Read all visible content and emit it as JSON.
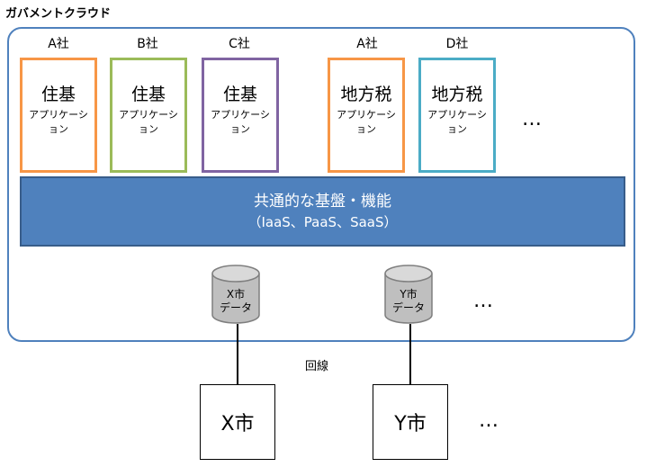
{
  "cloud": {
    "title": "ガバメントクラウド",
    "border_color": "#4f81bd"
  },
  "apps": [
    {
      "company": "A社",
      "name": "住基",
      "sub": "アプリケーション",
      "color": "#f79646"
    },
    {
      "company": "B社",
      "name": "住基",
      "sub": "アプリケーション",
      "color": "#9bbb59"
    },
    {
      "company": "C社",
      "name": "住基",
      "sub": "アプリケーション",
      "color": "#8064a2"
    },
    {
      "company": "A社",
      "name": "地方税",
      "sub": "アプリケーション",
      "color": "#f79646"
    },
    {
      "company": "D社",
      "name": "地方税",
      "sub": "アプリケーション",
      "color": "#4bacc6"
    }
  ],
  "apps_more": "…",
  "platform": {
    "line1": "共通的な基盤・機能",
    "line2": "（IaaS、PaaS、SaaS）",
    "color": "#4f81bd"
  },
  "databases": [
    {
      "label1": "X市",
      "label2": "データ"
    },
    {
      "label1": "Y市",
      "label2": "データ"
    }
  ],
  "databases_more": "…",
  "network_label": "回線",
  "cities": [
    "X市",
    "Y市"
  ],
  "cities_more": "…",
  "icons": {
    "database": "database-cylinder-icon"
  }
}
